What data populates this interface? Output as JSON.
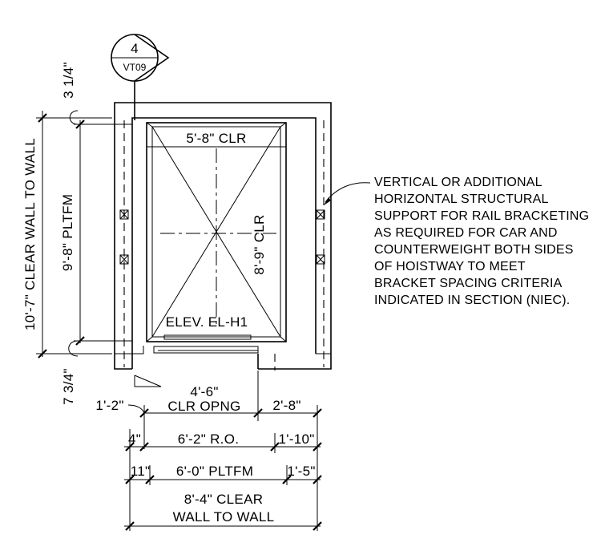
{
  "section_tag": {
    "number": "4",
    "sheet": "VT09"
  },
  "note": {
    "lines": [
      "VERTICAL OR ADDITIONAL",
      "HORIZONTAL STRUCTURAL",
      "SUPPORT FOR RAIL BRACKETING",
      "AS REQUIRED FOR CAR AND",
      "COUNTERWEIGHT BOTH SIDES",
      "OF HOISTWAY TO MEET",
      "BRACKET SPACING CRITERIA",
      "INDICATED IN SECTION (NIEC)."
    ]
  },
  "labels": {
    "clr_width": "5'-8\" CLR",
    "clr_depth": "8'-9\" CLR",
    "elev_tag": "ELEV. EL-H1",
    "pltfm_depth": "9'-8\" PLTFM",
    "wall_depth": "10'-7\" CLEAR WALL TO WALL",
    "top_gap": "3 1/4\"",
    "bottom_gap": "7 3/4\"",
    "opening_width": "4'-6\"",
    "opening_label": "CLR OPNG",
    "left_jamb": "1'-2\"",
    "right_jamb": "2'-8\"",
    "ro_left": "4\"",
    "ro_width": "6'-2\" R.O.",
    "ro_right": "1'-10\"",
    "pltfm_left": "11\"",
    "pltfm_width": "6'-0\" PLTFM",
    "pltfm_right": "1'-5\"",
    "wall_width_line1": "8'-4\" CLEAR",
    "wall_width_line2": "WALL TO WALL"
  }
}
